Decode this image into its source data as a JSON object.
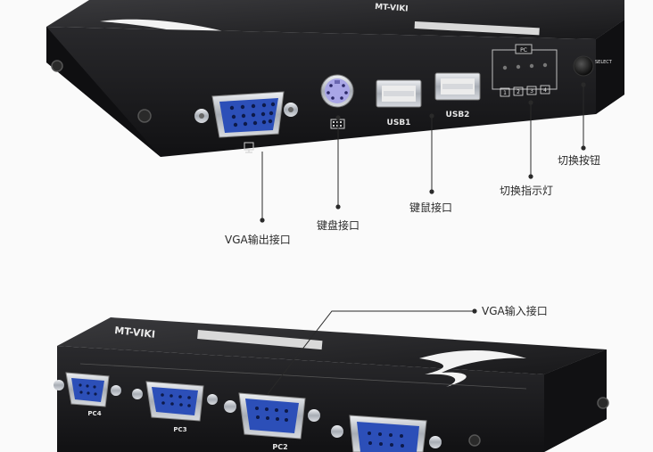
{
  "top_device": {
    "brand_text": "MT-VIKI",
    "panel_text": "PC",
    "select_text": "SELECT",
    "usb_ports": [
      {
        "label": "USB1"
      },
      {
        "label": "USB2"
      }
    ],
    "led_numbers": [
      "1",
      "2",
      "3",
      "4"
    ]
  },
  "callouts": {
    "vga_output": "VGA输出接口",
    "keyboard_port": "键盘接口",
    "mouse_port": "键鼠接口",
    "switch_led": "切换指示灯",
    "switch_button": "切换按钮",
    "vga_input": "VGA输入接口"
  },
  "bottom_device": {
    "brand_text": "MT-VIKI",
    "pc_ports": [
      {
        "label": "PC4"
      },
      {
        "label": "PC3"
      },
      {
        "label": "PC2"
      }
    ]
  },
  "colors": {
    "device_body": "#1c1c1e",
    "vga_blue": "#2c4fb8",
    "ps2_purple": "#a9a6e6",
    "chrome": "#c9ccd1",
    "callout_line": "#2a2a2a"
  }
}
